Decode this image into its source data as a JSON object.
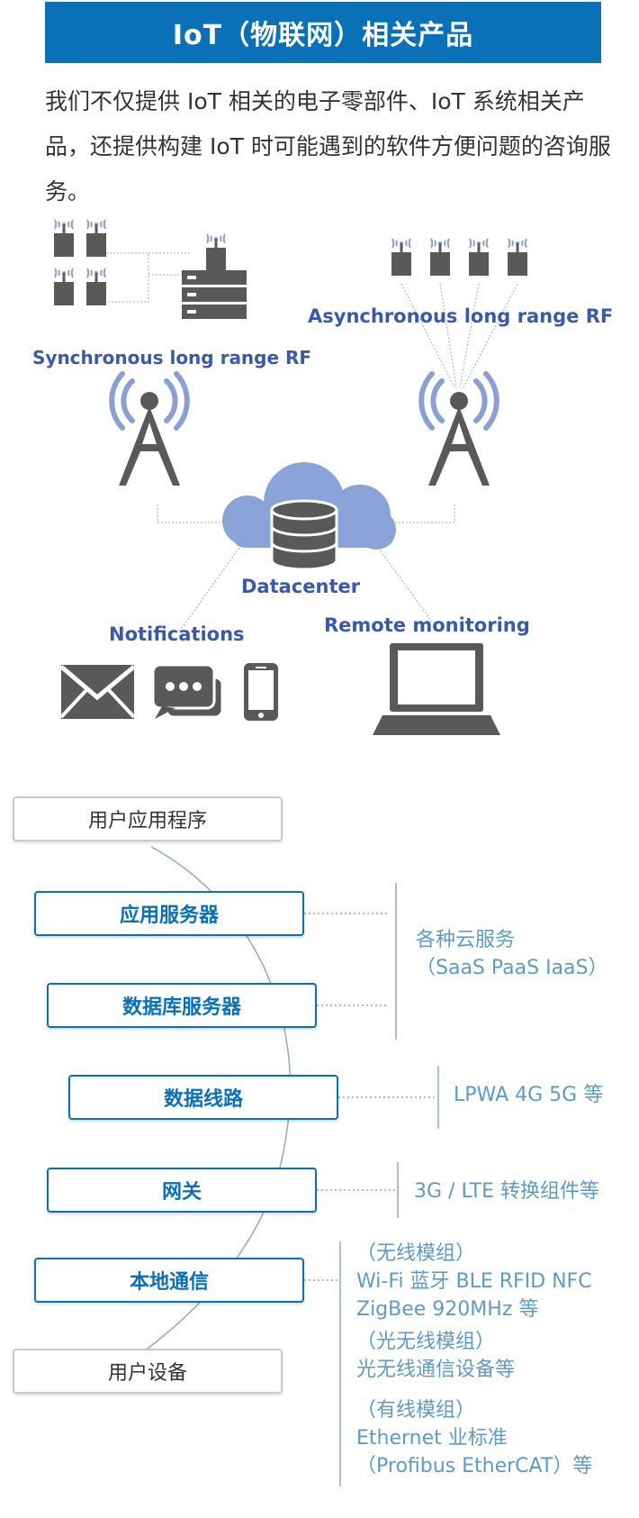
{
  "header": {
    "title": "IoT（物联网）相关产品"
  },
  "intro": {
    "text": "我们不仅提供 IoT 相关的电子零部件、IoT 系统相关产品，还提供构建 IoT 时可能遇到的软件方便问题的咨询服务。"
  },
  "diagram_labels": {
    "sync_rf": "Synchronous long range RF",
    "async_rf": "Asynchronous long range RF",
    "datacenter": "Datacenter",
    "notifications": "Notifications",
    "remote": "Remote monitoring"
  },
  "stack": {
    "user_app": "用户应用程序",
    "app_server": "应用服务器",
    "db_server": "数据库服务器",
    "data_line": "数据线路",
    "gateway": "网关",
    "local_comm": "本地通信",
    "user_device": "用户设备"
  },
  "notes": {
    "cloud_1": "各种云服务",
    "cloud_2": "（SaaS PaaS IaaS）",
    "line": "LPWA 4G 5G 等",
    "gateway": "3G / LTE 转换组件等",
    "wl_title": "（无线模组）",
    "wl_1": "Wi-Fi 蓝牙 BLE RFID NFC",
    "wl_2": "ZigBee 920MHz 等",
    "opt_title": "（光无线模组）",
    "opt_1": "光无线通信设备等",
    "wired_title": "（有线模组）",
    "wired_1": "Ethernet 业标准",
    "wired_2": "（Profibus EtherCAT）等"
  },
  "colors": {
    "primary": "#0a71b7",
    "accent": "#3a59a8",
    "icon": "#595959",
    "note": "#5f9ac3"
  }
}
